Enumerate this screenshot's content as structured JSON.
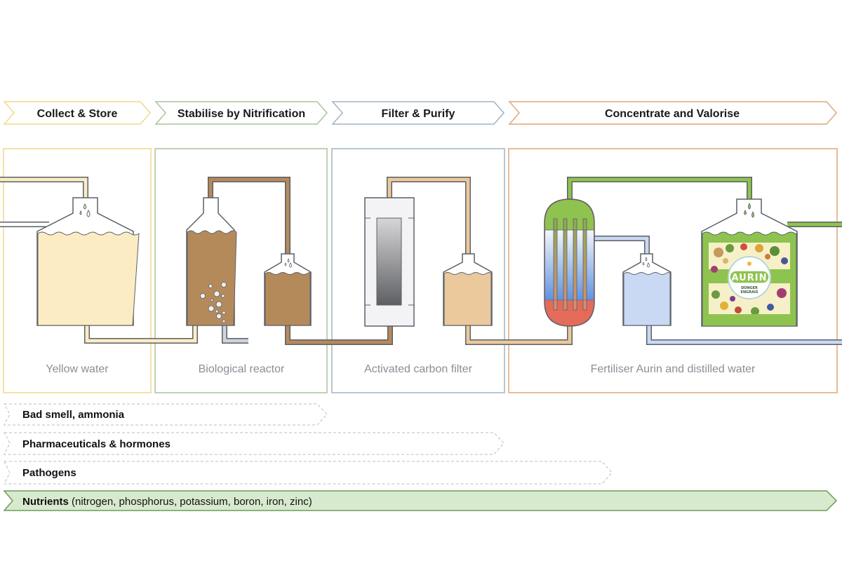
{
  "stages": [
    {
      "label": "Collect & Store",
      "color": "#f0d98a"
    },
    {
      "label": "Stabilise by Nitrification",
      "color": "#a9c49a"
    },
    {
      "label": "Filter & Purify",
      "color": "#9fb5bf"
    },
    {
      "label": "Concentrate and Valorise",
      "color": "#e0a777"
    }
  ],
  "panels": [
    {
      "label": "Yellow water",
      "color": "#f0d98a"
    },
    {
      "label": "Biological reactor",
      "color": "#a9c49a"
    },
    {
      "label": "Activated carbon filter",
      "color": "#9fb5bf"
    },
    {
      "label": "Fertiliser Aurin and distilled water",
      "color": "#e0a777"
    }
  ],
  "product_label": {
    "brand": "AURIN",
    "subtitle_1": "DÜNGER",
    "subtitle_2": "ENGRAIS"
  },
  "removal_rows": [
    {
      "label": "Bad smell, ammonia",
      "detail": "",
      "style": "dashed"
    },
    {
      "label": "Pharmaceuticals & hormones",
      "detail": "",
      "style": "dashed"
    },
    {
      "label": "Pathogens",
      "detail": "",
      "style": "dashed"
    },
    {
      "label": "Nutrients",
      "detail": " (nitrogen, phosphorus, potassium, boron, iron, zinc)",
      "style": "solid"
    }
  ],
  "colors": {
    "yellow_water": "#fbecc4",
    "reactor_brown": "#b58a5b",
    "filtered_tan": "#ebc99d",
    "distilled_blue": "#c9d9f3",
    "fertiliser_green": "#8fc34f",
    "heater_red": "#e46b5a",
    "grey_pipe": "#cfd4dc",
    "nutrients_fill": "#d8eacd",
    "nutrients_stroke": "#6f9a5c",
    "outline": "#5b6068"
  }
}
